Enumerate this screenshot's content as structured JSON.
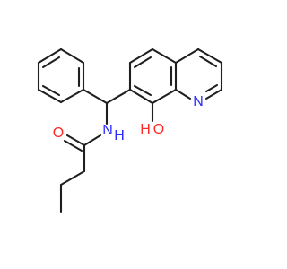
{
  "atoms": {
    "oxygen_carbonyl": {
      "label": "O",
      "color": "#ff2a2a"
    },
    "nitrogen_amide": {
      "label": "N",
      "color": "#2a2aff"
    },
    "nitrogen_ring": {
      "label": "N",
      "color": "#2a2aff"
    },
    "hydroxyl_oxygen": {
      "label": "O",
      "color": "#ff2a2a"
    },
    "hydroxyl_hydrogen": {
      "label": "H",
      "color": "#ff2a2a"
    },
    "amide_hydrogen": {
      "label": "H",
      "color": "#2a2aff"
    }
  },
  "colors": {
    "bond": "#1f1f1f",
    "background": "#ffffff"
  }
}
